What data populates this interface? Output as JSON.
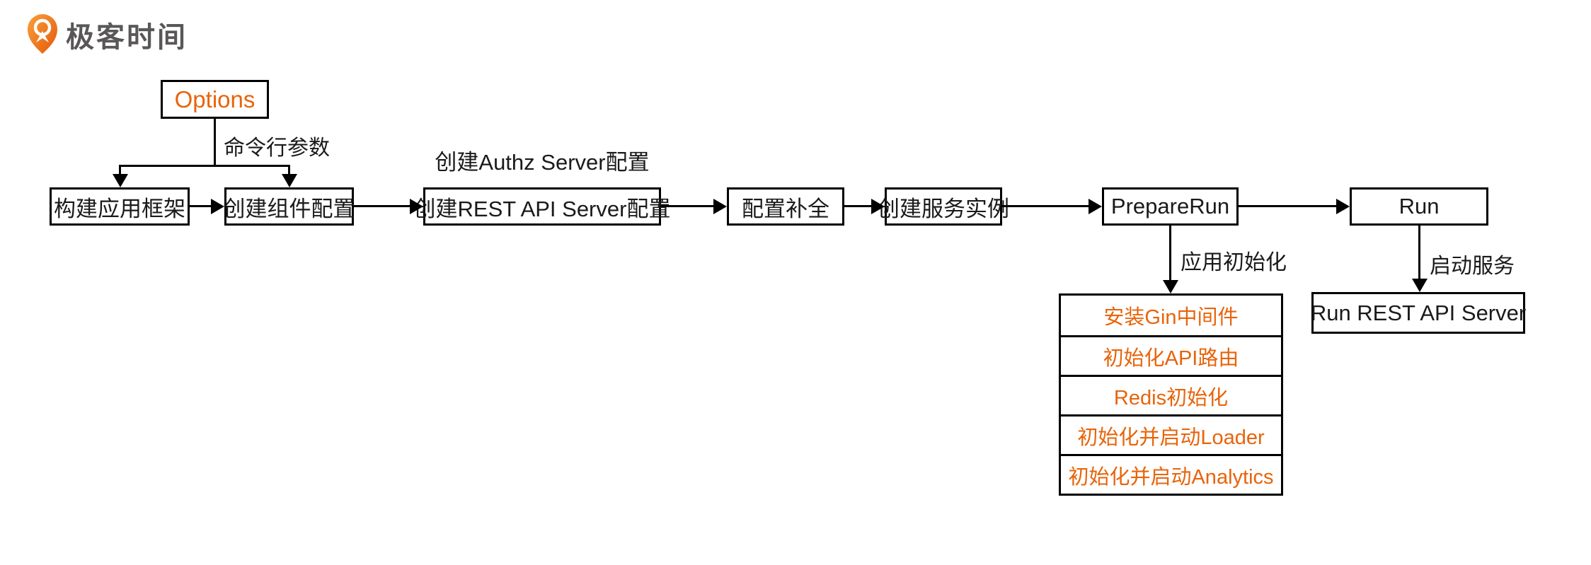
{
  "brand": {
    "name": "极客时间",
    "logo_icon": "geektime-pin-icon"
  },
  "colors": {
    "accent_orange": "#E8640A",
    "line_black": "#000000",
    "logo_text_gray": "#595757"
  },
  "diagram": {
    "options": {
      "label": "Options"
    },
    "edge_labels": {
      "options_out": "命令行参数",
      "prepare_out": "应用初始化",
      "run_out": "启动服务"
    },
    "note_above_step3": "创建Authz Server配置",
    "steps": [
      {
        "label": "构建应用框架"
      },
      {
        "label": "创建组件配置"
      },
      {
        "label": "创建REST API Server配置"
      },
      {
        "label": "配置补全"
      },
      {
        "label": "创建服务实例"
      },
      {
        "label": "PrepareRun"
      },
      {
        "label": "Run"
      }
    ],
    "init_steps": [
      {
        "label": "安装Gin中间件"
      },
      {
        "label": "初始化API路由"
      },
      {
        "label": "Redis初始化"
      },
      {
        "label": "初始化并启动Loader"
      },
      {
        "label": "初始化并启动Analytics"
      }
    ],
    "run_target": {
      "label": "Run REST API Server"
    }
  }
}
